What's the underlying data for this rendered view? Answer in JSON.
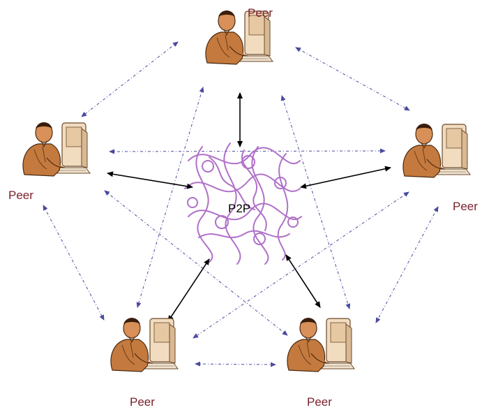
{
  "diagram": {
    "center_label": "P2P",
    "peers": [
      {
        "id": "top",
        "label": "Peer"
      },
      {
        "id": "left",
        "label": "Peer"
      },
      {
        "id": "right",
        "label": "Peer"
      },
      {
        "id": "bottom-left",
        "label": "Peer"
      },
      {
        "id": "bottom-right",
        "label": "Peer"
      }
    ],
    "colors": {
      "peer_label": "#7a1f2b",
      "dashed_link": "#4a4aa0",
      "solid_link": "#000000",
      "cloud": "#b070c8",
      "skin": "#c47a3e",
      "monitor": "#f2dcc0"
    },
    "icons": {
      "peer": "person-at-computer-icon",
      "network": "tangled-network-icon"
    }
  }
}
